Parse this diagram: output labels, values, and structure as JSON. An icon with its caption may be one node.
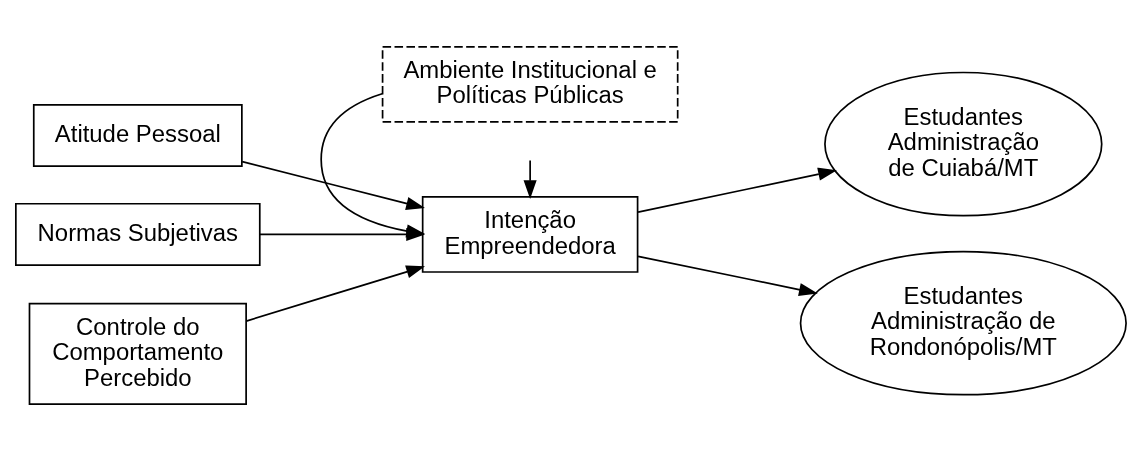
{
  "diagram": {
    "nodes": [
      {
        "text": [
          "Atitude Pessoal"
        ]
      },
      {
        "text": [
          "Normas Subjetivas"
        ]
      },
      {
        "text": [
          "Controle do Comportamento Percebido"
        ]
      },
      {
        "text": [
          "Intenção Empreendedora"
        ]
      },
      {
        "text": [
          "Ambiente Institucional e Políticas Públicas"
        ]
      },
      {
        "text": [
          "Estudantes Administração de Cuiabá/MT"
        ]
      },
      {
        "text": [
          "Estudantes Administração de Rondonópolis/MT"
        ]
      }
    ],
    "edges": [
      {
        "from": 0,
        "to": 3,
        "arrow": "to"
      },
      {
        "from": 1,
        "to": 3,
        "arrow": "to"
      },
      {
        "from": 2,
        "to": 3,
        "arrow": "to"
      },
      {
        "from": null,
        "to": 3,
        "arrow": "to"
      },
      {
        "from": 4,
        "to": 3,
        "arrow": "to"
      },
      {
        "from": 3,
        "to": 5,
        "arrow": "to"
      },
      {
        "from": 3,
        "to": 6,
        "arrow": "to"
      }
    ]
  }
}
